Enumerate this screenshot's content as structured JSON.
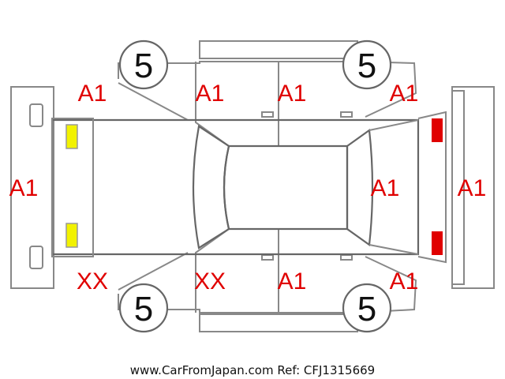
{
  "grades": {
    "front_left_tire": "5",
    "rear_left_tire": "5",
    "front_right_tire": "5",
    "rear_right_tire": "5"
  },
  "codes": {
    "front_bumper": "A1",
    "rear_bumper": "A1",
    "front_left_fender": "A1",
    "front_left_door": "A1",
    "rear_left_door": "A1",
    "rear_left_quarter": "A1",
    "front_right_fender": "XX",
    "front_right_door": "XX",
    "rear_right_door": "A1",
    "rear_right_quarter": "A1",
    "trunk_lid": "A1"
  },
  "colors": {
    "damage_code": "#e00000",
    "headlight": "#f2f200",
    "taillight": "#e00000",
    "outline": "#888888"
  },
  "footer": "www.CarFromJapan.com Ref: CFJ1315669"
}
